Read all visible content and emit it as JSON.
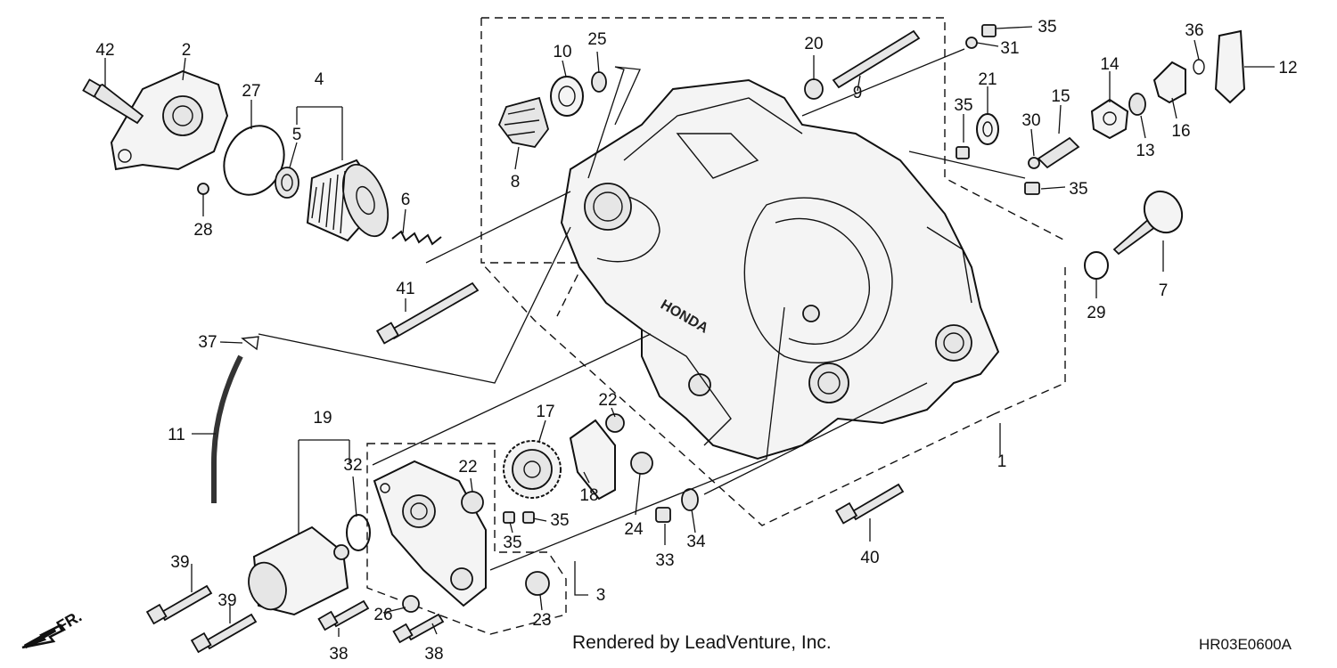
{
  "footer": {
    "credit": "Rendered by LeadVenture, Inc.",
    "code": "HR03E0600A"
  },
  "direction": {
    "label": "FR.",
    "icon": "front-direction-arrow-icon"
  },
  "callouts": [
    {
      "id": "c-42",
      "text": "42"
    },
    {
      "id": "c-2",
      "text": "2"
    },
    {
      "id": "c-27",
      "text": "27"
    },
    {
      "id": "c-4",
      "text": "4"
    },
    {
      "id": "c-5",
      "text": "5"
    },
    {
      "id": "c-6",
      "text": "6"
    },
    {
      "id": "c-28",
      "text": "28"
    },
    {
      "id": "c-41",
      "text": "41"
    },
    {
      "id": "c-37",
      "text": "37"
    },
    {
      "id": "c-11",
      "text": "11"
    },
    {
      "id": "c-19",
      "text": "19"
    },
    {
      "id": "c-32",
      "text": "32"
    },
    {
      "id": "c-39a",
      "text": "39"
    },
    {
      "id": "c-39b",
      "text": "39"
    },
    {
      "id": "c-38a",
      "text": "38"
    },
    {
      "id": "c-38b",
      "text": "38"
    },
    {
      "id": "c-26",
      "text": "26"
    },
    {
      "id": "c-23",
      "text": "23"
    },
    {
      "id": "c-3",
      "text": "3"
    },
    {
      "id": "c-22a",
      "text": "22"
    },
    {
      "id": "c-22b",
      "text": "22"
    },
    {
      "id": "c-17",
      "text": "17"
    },
    {
      "id": "c-18",
      "text": "18"
    },
    {
      "id": "c-24",
      "text": "24"
    },
    {
      "id": "c-35a",
      "text": "35"
    },
    {
      "id": "c-35b",
      "text": "35"
    },
    {
      "id": "c-33",
      "text": "33"
    },
    {
      "id": "c-34",
      "text": "34"
    },
    {
      "id": "c-40",
      "text": "40"
    },
    {
      "id": "c-1",
      "text": "1"
    },
    {
      "id": "c-10",
      "text": "10"
    },
    {
      "id": "c-25",
      "text": "25"
    },
    {
      "id": "c-8",
      "text": "8"
    },
    {
      "id": "c-20",
      "text": "20"
    },
    {
      "id": "c-9",
      "text": "9"
    },
    {
      "id": "c-35c",
      "text": "35"
    },
    {
      "id": "c-31",
      "text": "31"
    },
    {
      "id": "c-21",
      "text": "21"
    },
    {
      "id": "c-35d",
      "text": "35"
    },
    {
      "id": "c-30",
      "text": "30"
    },
    {
      "id": "c-15",
      "text": "15"
    },
    {
      "id": "c-14",
      "text": "14"
    },
    {
      "id": "c-13",
      "text": "13"
    },
    {
      "id": "c-16",
      "text": "16"
    },
    {
      "id": "c-36",
      "text": "36"
    },
    {
      "id": "c-12",
      "text": "12"
    },
    {
      "id": "c-35e",
      "text": "35"
    },
    {
      "id": "c-7",
      "text": "7"
    },
    {
      "id": "c-29",
      "text": "29"
    }
  ],
  "crankcase_logo": "HONDA"
}
